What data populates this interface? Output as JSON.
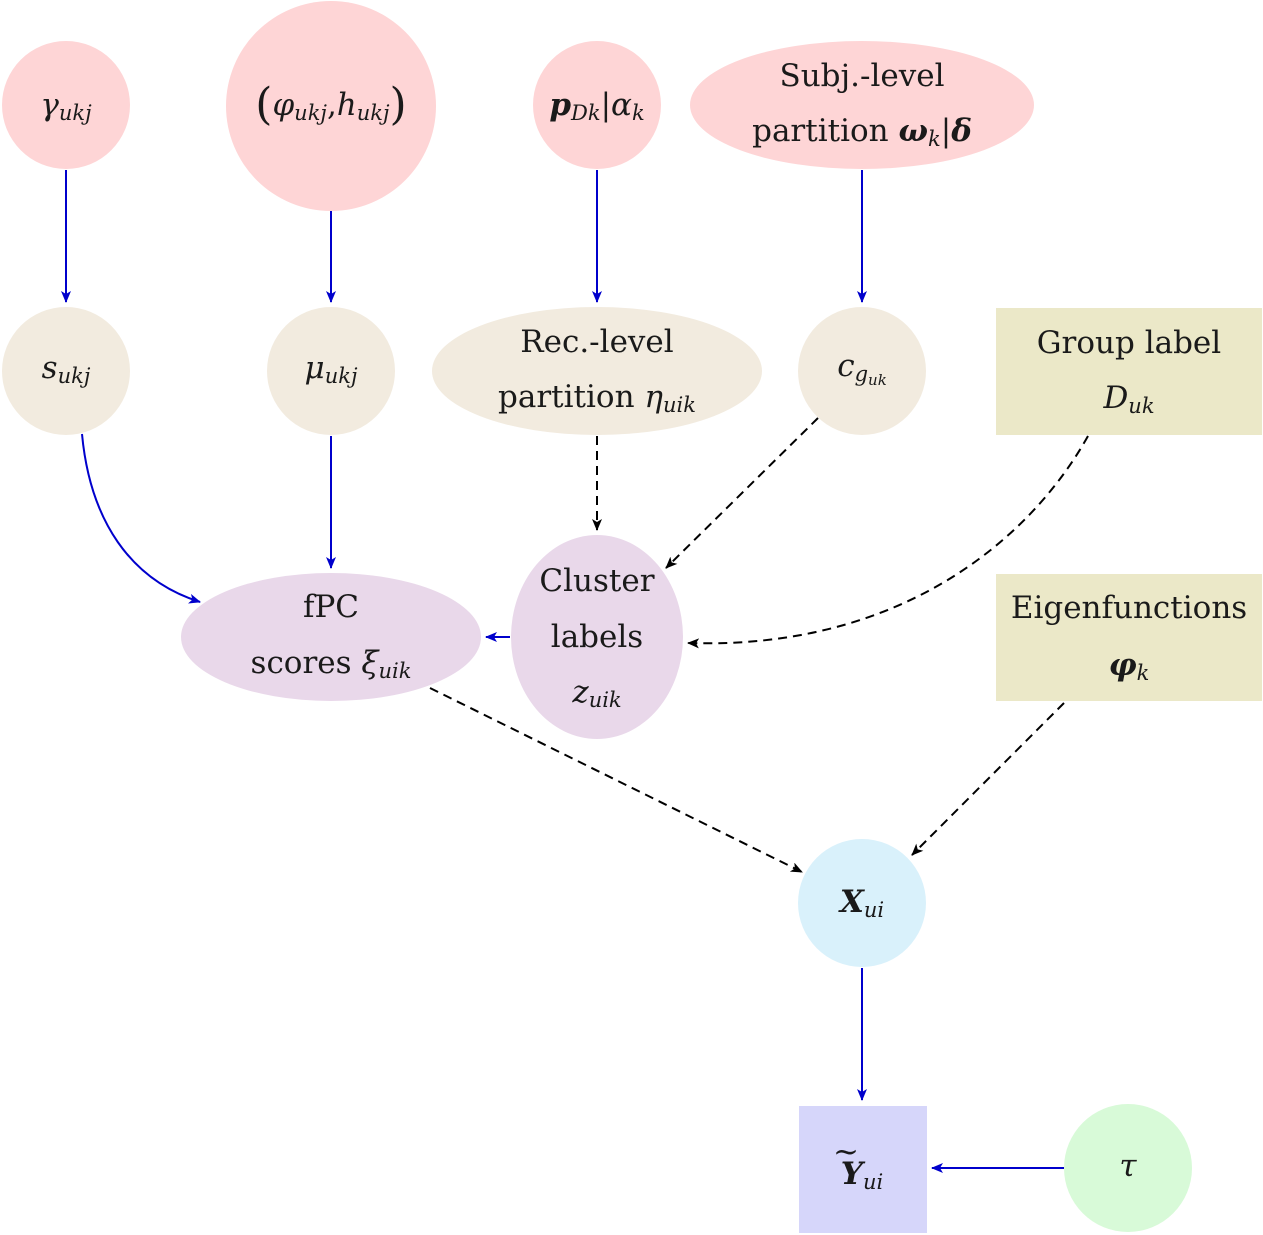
{
  "colors": {
    "prior": "#fed5d6",
    "latent": "#f2ebdf",
    "cluster": "#e9d8ea",
    "observed_box": "#ebe8c8",
    "x_node": "#d9f1fb",
    "y_box": "#d6d6fa",
    "tau": "#d8fad8",
    "solid_edge": "#0000cc",
    "dashed_edge": "#000000"
  },
  "nodes": {
    "gamma": {
      "sym": "γ",
      "sub": "ukj"
    },
    "phi_h": {
      "lparen": "(",
      "sym1": "φ",
      "sub1": "ukj",
      "comma": ",",
      "sym2": "h",
      "sub2": "ukj",
      "rparen": ")"
    },
    "p": {
      "sym": "p",
      "sub": "Dk",
      "bar": "|",
      "sym2": "α",
      "sub2": "k"
    },
    "subj": {
      "line1": "Subj.-level",
      "line2": "partition ",
      "sym": "ω",
      "sub": "k",
      "bar": "|",
      "sym2": "δ"
    },
    "s": {
      "sym": "s",
      "sub": "ukj"
    },
    "mu": {
      "sym": "μ",
      "sub": "ukj"
    },
    "rec": {
      "line1": "Rec.-level",
      "line2": "partition ",
      "sym": "η",
      "sub": "uik"
    },
    "c": {
      "sym": "c",
      "sub": "g",
      "subsub": "uk"
    },
    "group": {
      "line1": "Group label",
      "sym": "D",
      "sub": "uk"
    },
    "cluster": {
      "line1": "Cluster",
      "line2": "labels",
      "sym": "z",
      "sub": "uik"
    },
    "fpc": {
      "line1": "fPC",
      "line2": "scores ",
      "sym": "ξ",
      "sub": "uik"
    },
    "eigen": {
      "line1": "Eigenfunctions",
      "sym": "φ",
      "sub": "k"
    },
    "x": {
      "sym": "X",
      "sub": "ui"
    },
    "y": {
      "tilde": "~",
      "sym": "Y",
      "sub": "ui"
    },
    "tau": {
      "sym": "τ"
    }
  }
}
